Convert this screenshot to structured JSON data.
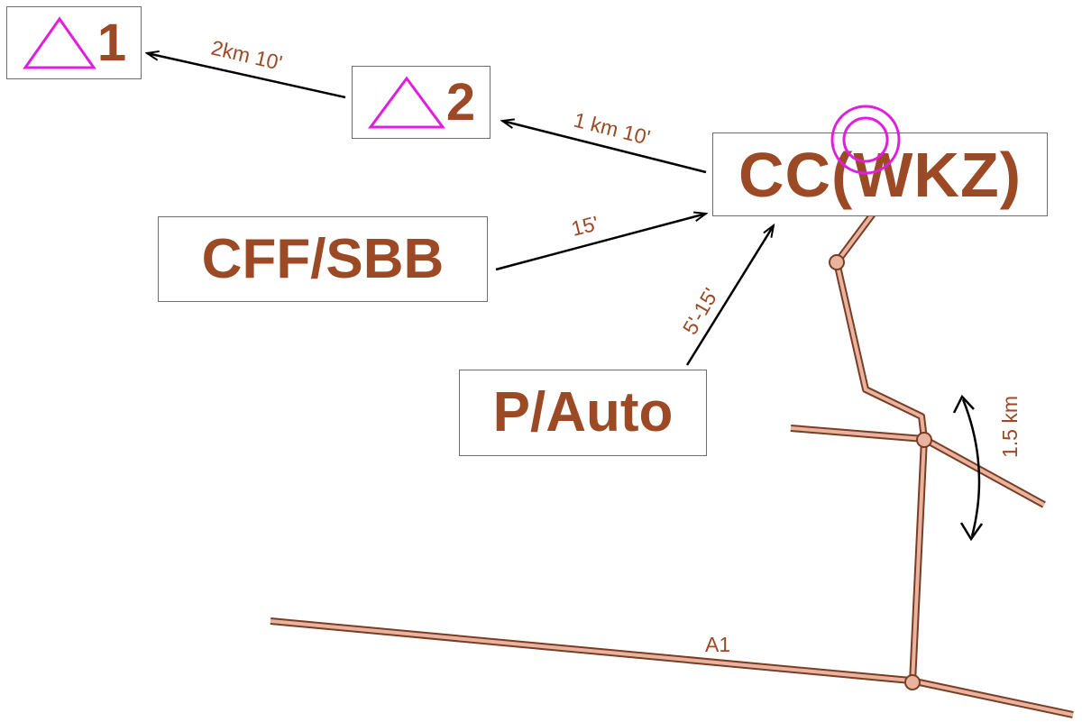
{
  "colors": {
    "text": "#9c4a25",
    "road_fill": "#e8b4a0",
    "road_edge": "#7a3d24",
    "marker": "#e01ee0",
    "arrow": "#000000",
    "box_border": "#6e6e6e"
  },
  "nodes": {
    "point1": {
      "icon": "triangle-icon",
      "label": "1"
    },
    "point2": {
      "icon": "triangle-icon",
      "label": "2"
    },
    "command_post": {
      "icon": "double-circle-icon",
      "label": "CC(WKZ)"
    },
    "train": {
      "label": "CFF/SBB"
    },
    "car": {
      "label": "P/Auto"
    }
  },
  "edges": {
    "p2_to_p1": {
      "label": "2km 10'"
    },
    "cc_to_p2": {
      "label": "1 km 10'"
    },
    "train_to_cc": {
      "label": "15'"
    },
    "car_to_cc": {
      "label": "5'-15'"
    }
  },
  "map": {
    "highway_label": "A1",
    "distance_label": "1.5 km"
  }
}
